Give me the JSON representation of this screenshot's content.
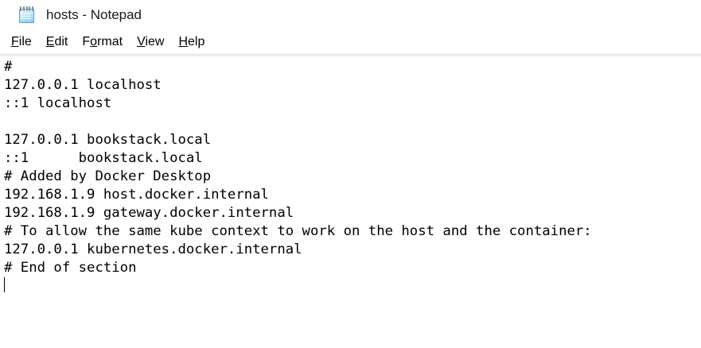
{
  "window": {
    "title": "hosts - Notepad",
    "icon": "notepad-icon"
  },
  "menubar": {
    "items": [
      {
        "name": "file",
        "accel": "F",
        "rest": "ile"
      },
      {
        "name": "edit",
        "accel": "E",
        "rest": "dit"
      },
      {
        "name": "format",
        "accel": "o",
        "pre": "F",
        "rest": "rmat"
      },
      {
        "name": "view",
        "accel": "V",
        "rest": "iew"
      },
      {
        "name": "help",
        "accel": "H",
        "rest": "elp"
      }
    ]
  },
  "editor": {
    "filename": "hosts",
    "caret_line": 13,
    "lines": [
      "#",
      "127.0.0.1 localhost",
      "::1 localhost",
      "",
      "127.0.0.1 bookstack.local",
      "::1      bookstack.local",
      "# Added by Docker Desktop",
      "192.168.1.9 host.docker.internal",
      "192.168.1.9 gateway.docker.internal",
      "# To allow the same kube context to work on the host and the container:",
      "127.0.0.1 kubernetes.docker.internal",
      "# End of section",
      ""
    ]
  },
  "colors": {
    "background": "#ffffff",
    "text": "#000000",
    "separator": "#ededf0",
    "icon_blue": "#aadcf4"
  }
}
